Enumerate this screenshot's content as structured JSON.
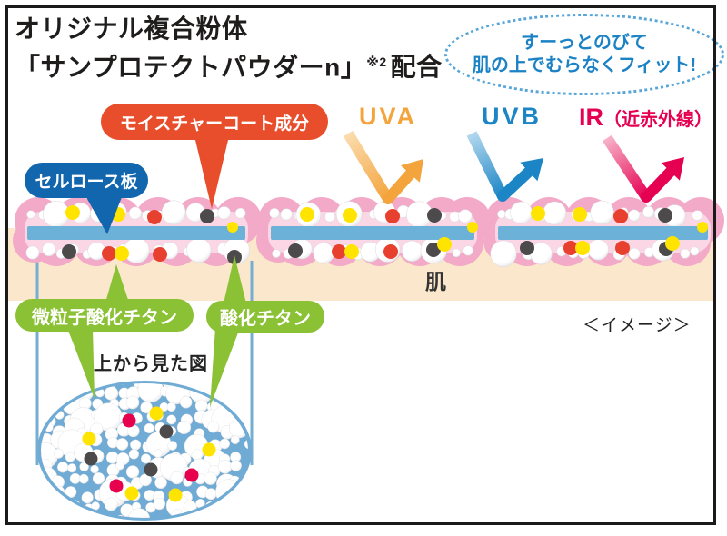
{
  "title": {
    "line1": "オリジナル複合粉体",
    "line2": "「サンプロテクトパウダーn」",
    "line2_sup": "※2",
    "line2_end": "配合"
  },
  "callout": {
    "line1": "すーっとのびて",
    "line2": "肌の上でむらなくフィット!",
    "color": "#1b82c5",
    "border": "#58a6d8"
  },
  "labels": {
    "moisture_coat": {
      "text": "モイスチャーコート成分",
      "bg": "#e84e2b"
    },
    "cellulose": {
      "text": "セルロース板",
      "bg": "#1166ad"
    },
    "fine_tio2": {
      "text": "微粒子酸化チタン",
      "bg": "#8bc134"
    },
    "tio2": {
      "text": "酸化チタン",
      "bg": "#8bc134"
    }
  },
  "rays": [
    {
      "label": "UVA",
      "color": "#f4a43d",
      "light": "#fbdcae"
    },
    {
      "label": "UVB",
      "color": "#1b85c6",
      "light": "#b3d8ee"
    },
    {
      "label": "IR",
      "label_paren": "（近赤外線）",
      "color": "#e50051",
      "light": "#f7b3c9"
    }
  ],
  "skin": {
    "label": "肌",
    "color": "#fbe7cb"
  },
  "top_view": {
    "caption": "上から見た図"
  },
  "image_note": "＜イメージ＞",
  "palette": {
    "frame": "#1a1a1a",
    "skin": "#fbe7cb",
    "pink_rim": "#f3a9c8",
    "pink_fill": "#fbd6e5",
    "bar_blue": "#6cb1d8",
    "dot_yellow": "#ffe400",
    "dot_red": "#e8402f",
    "dot_dark": "#4c4a4b",
    "dot_crimson": "#e6004e",
    "ellipse_blue": "#6fabd4",
    "guide_line": "#74aed2",
    "circle_shade": "#e0e0e4",
    "text_dark": "#1f1c1c"
  }
}
